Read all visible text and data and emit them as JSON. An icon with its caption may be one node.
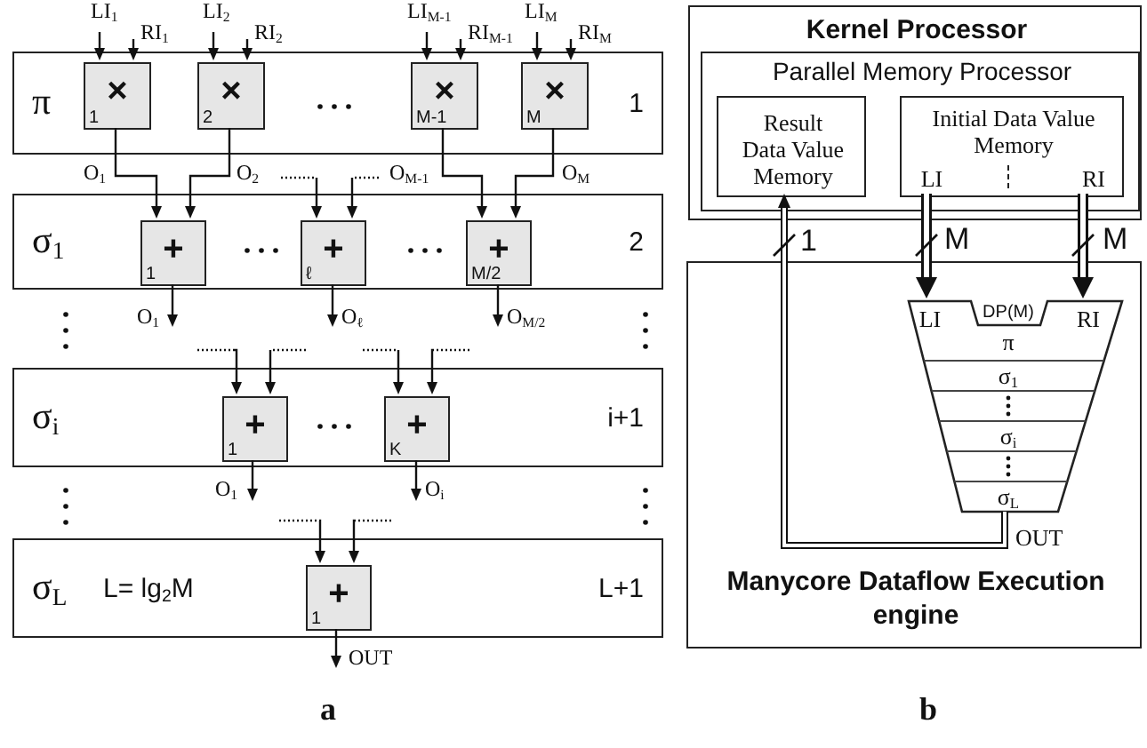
{
  "diagram": {
    "nodes": [
      {
        "text": [
          "π",
          "1"
        ]
      },
      {
        "text": [
          "×",
          "1"
        ],
        "in": 0
      },
      {
        "text": [
          "×",
          "2"
        ],
        "in": 0
      },
      {
        "text": [
          "×",
          "M-1"
        ],
        "in": 0
      },
      {
        "text": [
          "×",
          "M"
        ],
        "in": 0
      },
      {
        "text": [
          "σ$_{1}$",
          "2"
        ]
      },
      {
        "text": [
          "+",
          "1"
        ],
        "in": 5
      },
      {
        "text": [
          "+",
          "ℓ"
        ],
        "in": 5
      },
      {
        "text": [
          "+",
          "M/2"
        ],
        "in": 5
      },
      {
        "text": [
          "σ$_{i}$",
          "i+1"
        ]
      },
      {
        "text": [
          "+",
          "1"
        ],
        "in": 9
      },
      {
        "text": [
          "+",
          "K"
        ],
        "in": 9
      },
      {
        "text": [
          "σ$_{L}$",
          "L= lg$_{2}$M",
          "L+1"
        ]
      },
      {
        "text": [
          "+",
          "1"
        ],
        "in": 12
      },
      {
        "text": [
          "Kernel Processor"
        ]
      },
      {
        "text": [
          "Parallel Memory Processor"
        ],
        "in": 14
      },
      {
        "text": [
          "Result Data Value Memory"
        ],
        "in": 15
      },
      {
        "text": [
          "Initial Data Value Memory",
          "LI",
          "RI"
        ],
        "in": 15
      },
      {
        "text": [
          "Manycore Dataflow Execution engine"
        ]
      },
      {
        "text": [
          "LI",
          "DP(M)",
          "RI",
          "π",
          "σ$_{1}$",
          "σ$_{i}$",
          "σ$_{L}$"
        ],
        "in": 18
      }
    ],
    "edges": [
      {
        "from": null,
        "to": 1,
        "arrow": "to",
        "label": "LI$_{1}$"
      },
      {
        "from": null,
        "to": 1,
        "arrow": "to",
        "label": "RI$_{1}$"
      },
      {
        "from": null,
        "to": 2,
        "arrow": "to",
        "label": "LI$_{2}$"
      },
      {
        "from": null,
        "to": 2,
        "arrow": "to",
        "label": "RI$_{2}$"
      },
      {
        "from": null,
        "to": 3,
        "arrow": "to",
        "label": "LI$_{M-1}$"
      },
      {
        "from": null,
        "to": 3,
        "arrow": "to",
        "label": "RI$_{M-1}$"
      },
      {
        "from": null,
        "to": 4,
        "arrow": "to",
        "label": "LI$_{M}$"
      },
      {
        "from": null,
        "to": 4,
        "arrow": "to",
        "label": "RI$_{M}$"
      },
      {
        "from": 1,
        "to": 6,
        "arrow": "to",
        "label": "O$_{1}$"
      },
      {
        "from": 2,
        "to": 6,
        "arrow": "to",
        "label": "O$_{2}$"
      },
      {
        "from": null,
        "to": 7,
        "arrow": "to",
        "style": "dashed"
      },
      {
        "from": null,
        "to": 7,
        "arrow": "to",
        "style": "dashed"
      },
      {
        "from": 3,
        "to": 8,
        "arrow": "to",
        "label": "O$_{M-1}$"
      },
      {
        "from": 4,
        "to": 8,
        "arrow": "to",
        "label": "O$_{M}$"
      },
      {
        "from": 6,
        "to": null,
        "arrow": "to",
        "label": "O$_{1}$"
      },
      {
        "from": 7,
        "to": null,
        "arrow": "to",
        "label": "O$_{ℓ}$"
      },
      {
        "from": 8,
        "to": null,
        "arrow": "to",
        "label": "O$_{M/2}$"
      },
      {
        "from": null,
        "to": 10,
        "arrow": "to",
        "style": "dashed"
      },
      {
        "from": null,
        "to": 10,
        "arrow": "to",
        "style": "dashed"
      },
      {
        "from": null,
        "to": 11,
        "arrow": "to",
        "style": "dashed"
      },
      {
        "from": null,
        "to": 11,
        "arrow": "to",
        "style": "dashed"
      },
      {
        "from": 10,
        "to": null,
        "arrow": "to",
        "label": "O$_{1}$"
      },
      {
        "from": 11,
        "to": null,
        "arrow": "to",
        "label": "O$_{i}$"
      },
      {
        "from": null,
        "to": 13,
        "arrow": "to",
        "style": "dashed"
      },
      {
        "from": null,
        "to": 13,
        "arrow": "to",
        "style": "dashed"
      },
      {
        "from": 13,
        "to": null,
        "arrow": "to",
        "label": "OUT"
      },
      {
        "from": 17,
        "to": 19,
        "arrow": "to",
        "label": "M",
        "style": "thick"
      },
      {
        "from": 17,
        "to": 19,
        "arrow": "to",
        "label": "M",
        "style": "thick"
      },
      {
        "from": 19,
        "to": 16,
        "arrow": "to",
        "label": "1",
        "style": "thick"
      }
    ],
    "labels": [
      "OUT",
      "a",
      "b"
    ]
  }
}
